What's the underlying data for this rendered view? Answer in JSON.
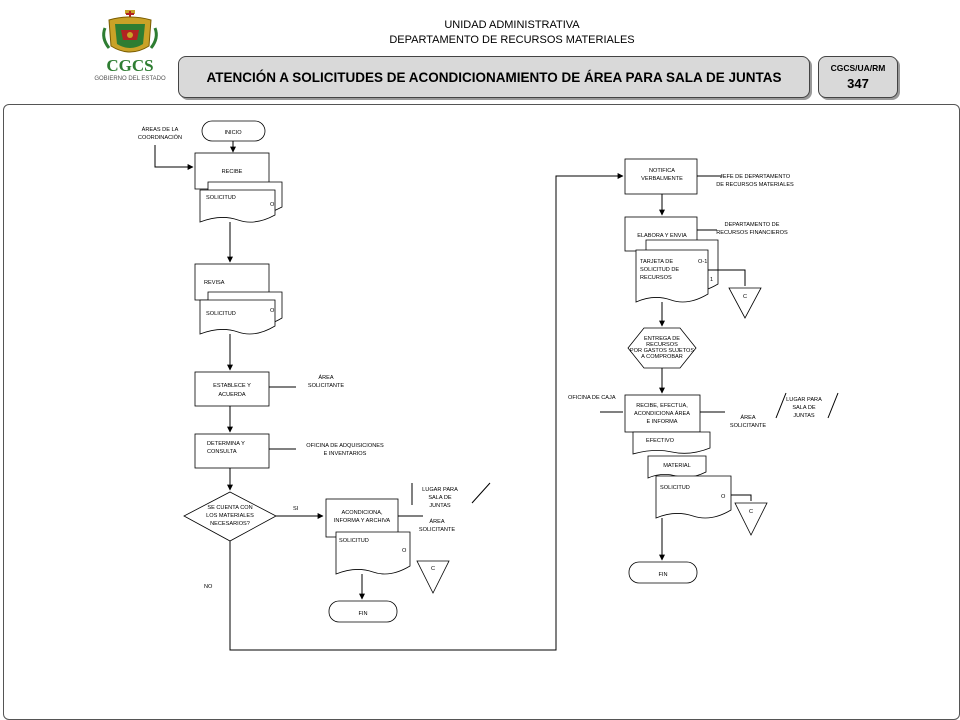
{
  "header": {
    "unit_line1": "UNIDAD ADMINISTRATIVA",
    "unit_line2": "DEPARTAMENTO DE RECURSOS MATERIALES",
    "title": "ATENCIÓN A SOLICITUDES DE ACONDICIONAMIENTO DE ÁREA PARA SALA DE JUNTAS",
    "code_label": "CGCS/UA/RM",
    "code_number": "347"
  },
  "logo": {
    "acronym": "CGCS",
    "subtitle": "GOBIERNO DEL ESTADO",
    "colors": {
      "gold": "#c9a227",
      "red": "#b22222",
      "green": "#2e7d32"
    }
  },
  "flow": {
    "areas_coordinacion": [
      "ÁREAS DE LA",
      "COORDINACIÓN"
    ],
    "inicio": "INICIO",
    "recibe": "RECIBE",
    "solicitud": "SOLICITUD",
    "copy_o": "O",
    "revisa": "REVISA",
    "establece": [
      "ESTABLECE Y",
      "ACUERDA"
    ],
    "area_solicitante": [
      "ÁREA",
      "SOLICITANTE"
    ],
    "determina": [
      "DETERMINA Y",
      "CONSULTA"
    ],
    "oficina_adquisiciones": [
      "OFICINA DE ADQUISICIONES",
      "E INVENTARIOS"
    ],
    "decision": [
      "SE CUENTA CON",
      "LOS MATERIALES",
      "NECESARIOS?"
    ],
    "si": "SI",
    "no": "NO",
    "acondiciona": [
      "ACONDICIONA,",
      "INFORMA Y ARCHIVA"
    ],
    "lugar_sala": [
      "LUGAR PARA",
      "SALA DE",
      "JUNTAS"
    ],
    "archivo_c": "C",
    "fin": "FIN",
    "notifica": [
      "NOTIFICA",
      "VERBALMENTE"
    ],
    "jefe_departamento": [
      "JEFE DE DEPARTAMENTO",
      "DE RECURSOS MATERIALES"
    ],
    "elabora": "ELABORA Y ENVIA",
    "depto_financieros": [
      "DEPARTAMENTO DE",
      "RECURSOS FINANCIEROS"
    ],
    "tarjeta": [
      "TARJETA DE",
      "SOLICITUD DE",
      "RECURSOS"
    ],
    "copy_o1": "O-1",
    "copy_1": "1",
    "entrega": [
      "ENTREGA DE",
      "RECURSOS",
      "POR GASTOS SUJETOS",
      "A COMPROBAR"
    ],
    "oficina_caja": "OFICINA DE CAJA",
    "recibe_efectua": [
      "RECIBE, EFECTUA,",
      "ACONDICIONA ÁREA",
      "E INFORMA"
    ],
    "efectivo": "EFECTIVO",
    "material": "MATERIAL"
  }
}
